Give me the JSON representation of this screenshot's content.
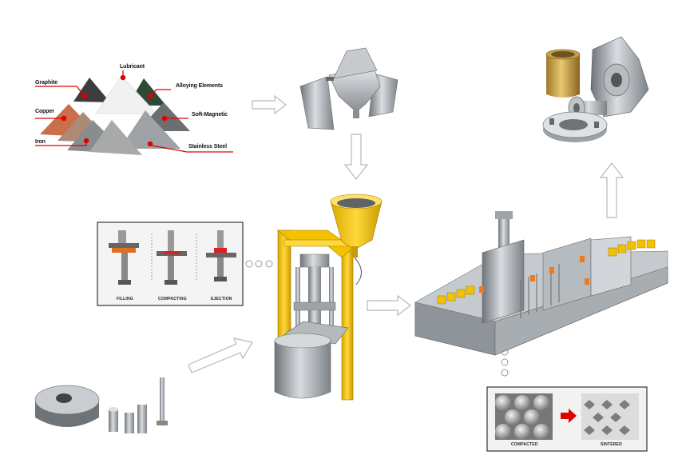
{
  "powders": {
    "graphite": "Graphite",
    "lubricant": "Lubricant",
    "alloying": "Alloying Elements",
    "copper": "Copper",
    "soft_magnetic": "Soft-Magnetic",
    "iron": "Iron",
    "stainless": "Stainless Steel"
  },
  "press_cycle": {
    "steps": [
      "FILLING",
      "COMPACTING",
      "EJECTION"
    ]
  },
  "microstructure": {
    "before": "COMPACTED",
    "after": "SINTERED"
  },
  "colors": {
    "red_dot": "#e00000",
    "press_yellow": "#f2c200",
    "arrow_outline": "#b8b8b8",
    "metal_grey": "#a9adb3"
  }
}
